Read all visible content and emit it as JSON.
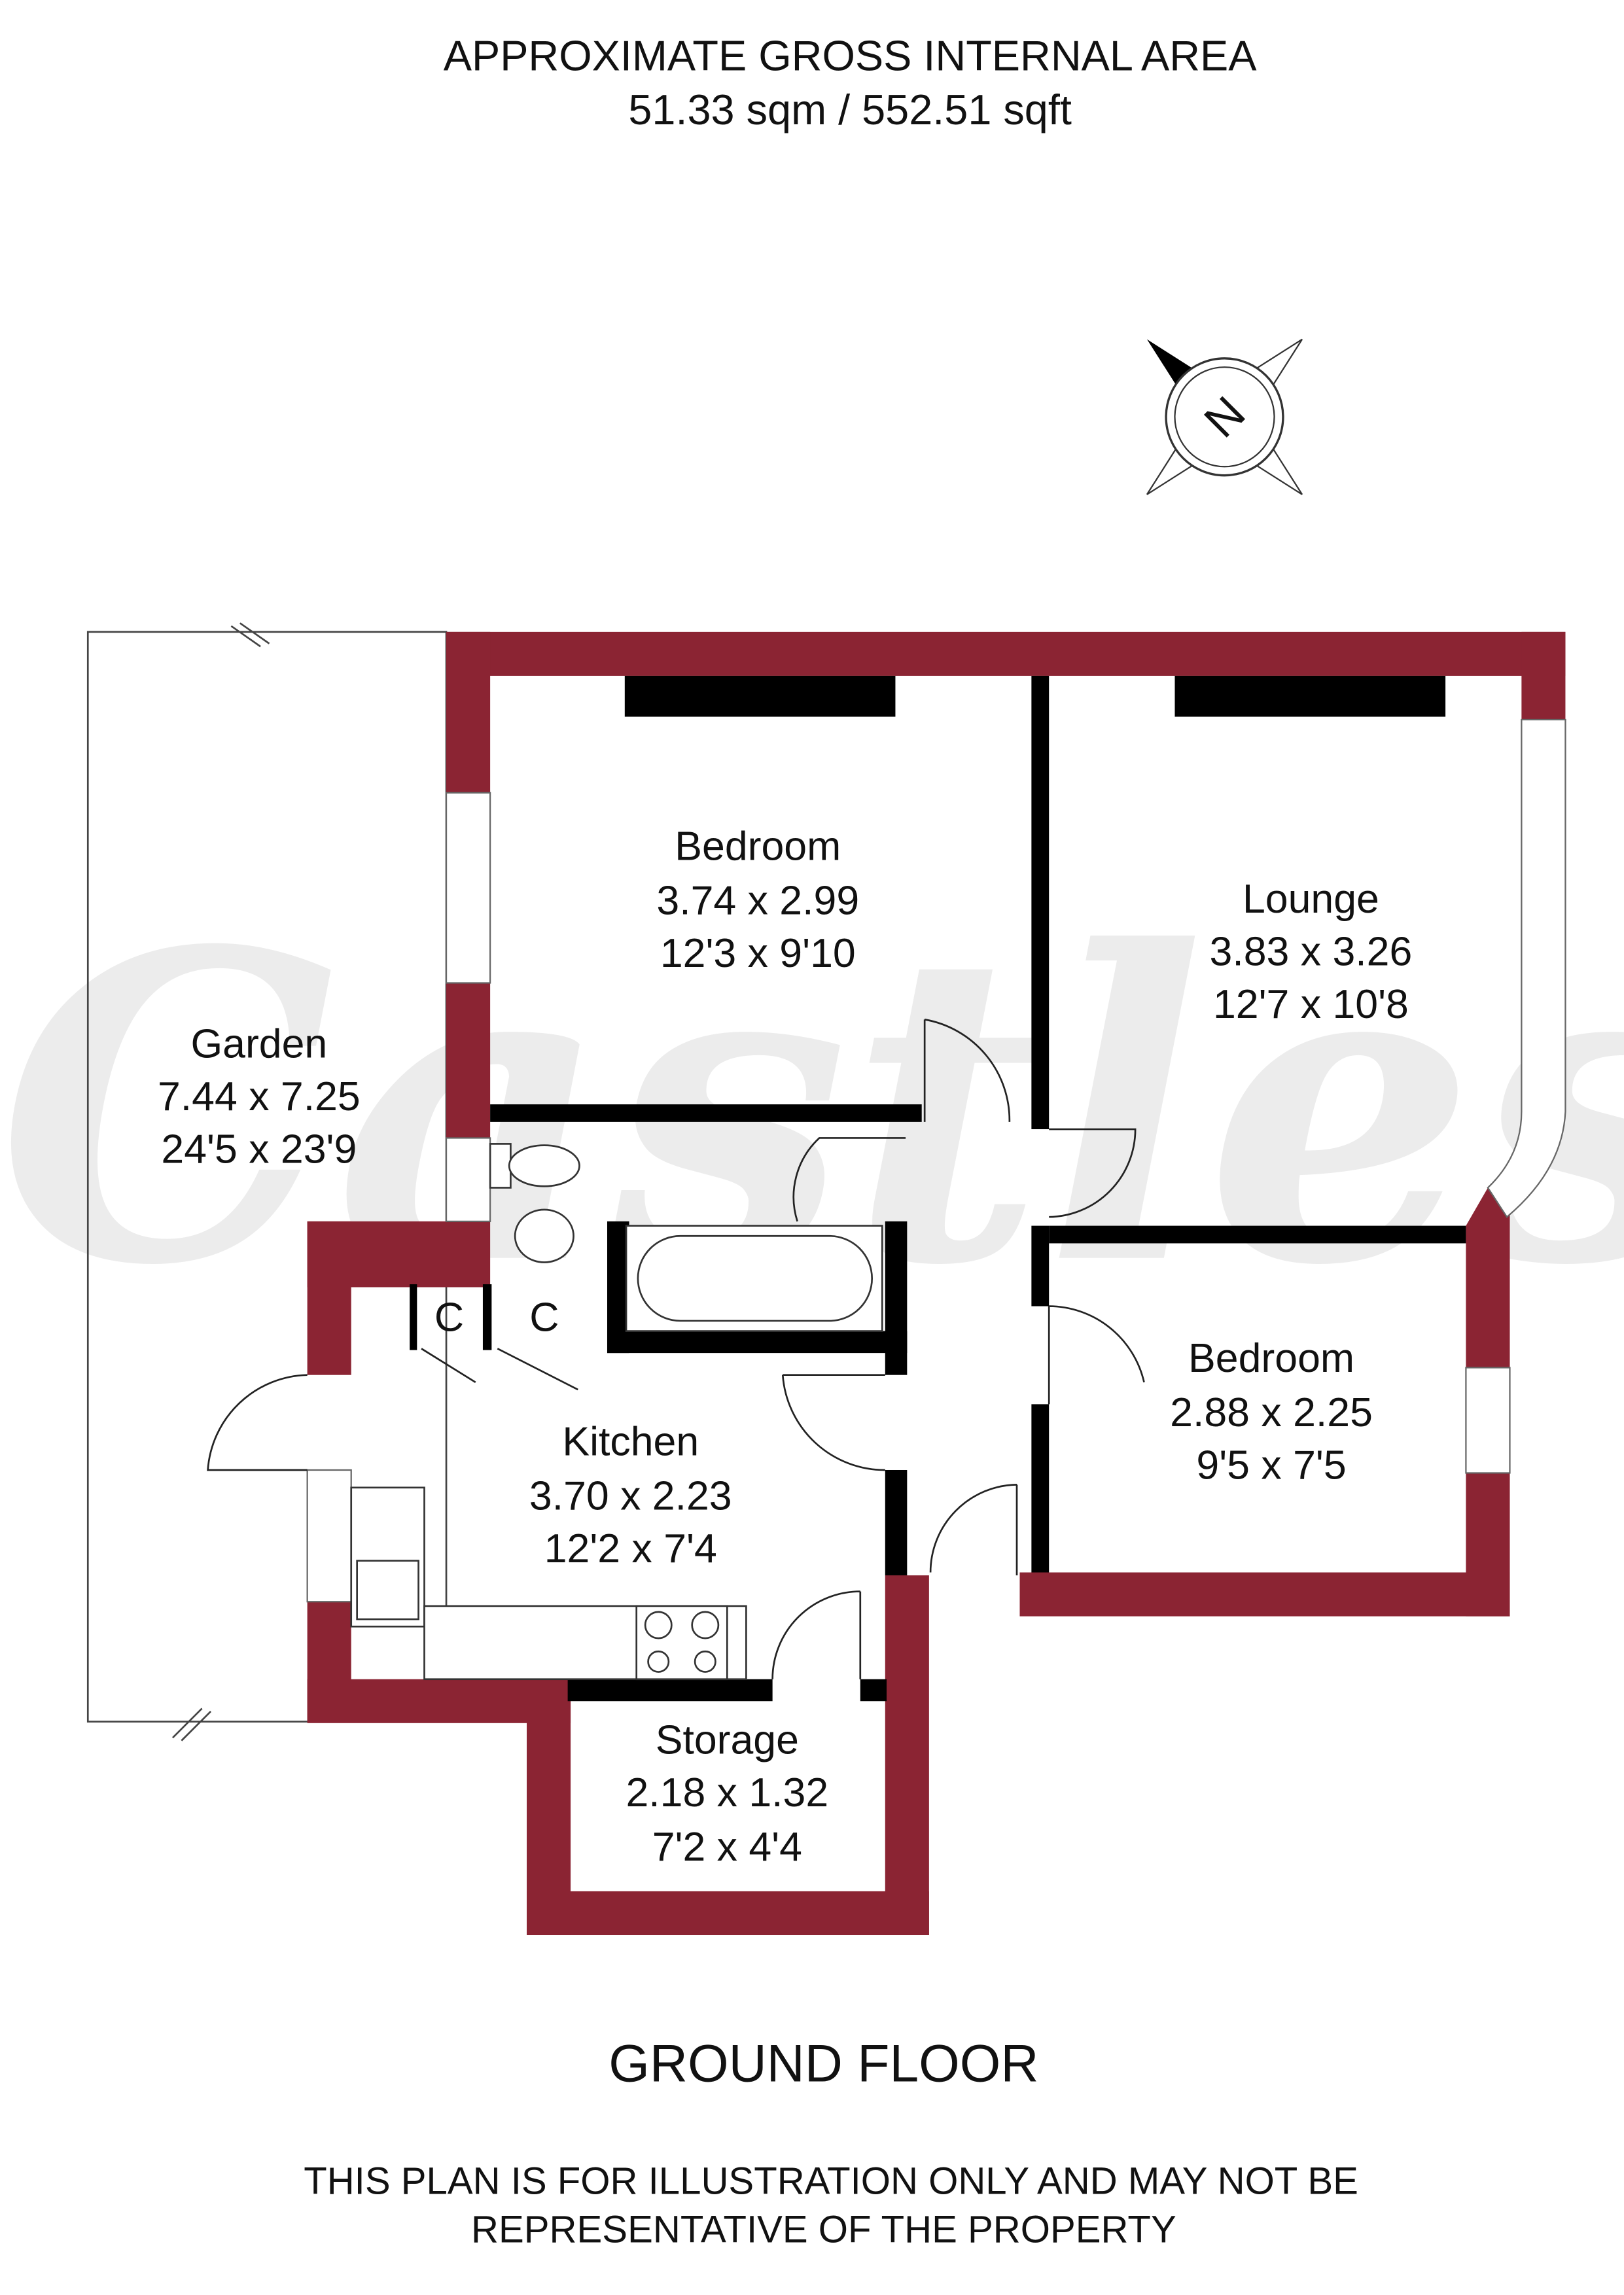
{
  "header": {
    "title": "APPROXIMATE GROSS INTERNAL AREA",
    "area": "51.33 sqm / 552.51 sqft"
  },
  "watermark": "Castles",
  "compass": {
    "label": "N"
  },
  "rooms": [
    {
      "name": "Bedroom",
      "metric": "3.74 x 2.99",
      "imperial": "12'3 x 9'10"
    },
    {
      "name": "Lounge",
      "metric": "3.83 x 3.26",
      "imperial": "12'7 x 10'8"
    },
    {
      "name": "Garden",
      "metric": "7.44 x 7.25",
      "imperial": "24'5 x 23'9"
    },
    {
      "name": "Bedroom",
      "metric": "2.88 x 2.25",
      "imperial": "9'5 x 7'5"
    },
    {
      "name": "Kitchen",
      "metric": "3.70 x 2.23",
      "imperial": "12'2 x 7'4"
    },
    {
      "name": "Storage",
      "metric": "2.18 x 1.32",
      "imperial": "7'2 x 4'4"
    }
  ],
  "cupboards": [
    "C",
    "C"
  ],
  "floor_label": "GROUND FLOOR",
  "disclaimer": {
    "line1": "THIS PLAN IS FOR ILLUSTRATION ONLY AND MAY NOT BE",
    "line2": "REPRESENTATIVE OF THE PROPERTY"
  },
  "colors": {
    "wall": "#8b2433",
    "internal_wall": "#000000"
  }
}
